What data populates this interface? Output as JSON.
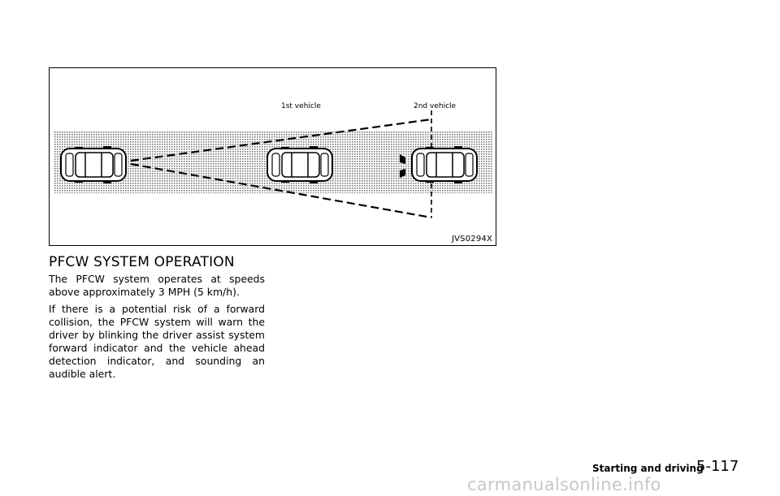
{
  "figure": {
    "label_vehicle_1": "1st vehicle",
    "label_vehicle_2": "2nd vehicle",
    "id": "JVS0294X"
  },
  "section": {
    "heading": "PFCW SYSTEM OPERATION",
    "paragraphs": [
      "The PFCW system operates at speeds above approximately 3 MPH (5 km/h).",
      "If there is a potential risk of a forward collision, the PFCW system will warn the driver by blinking the driver assist system forward indicator and the vehicle ahead detection indicator, and sounding an audible alert."
    ]
  },
  "footer": {
    "section": "Starting and driving",
    "page": "5-117"
  },
  "watermark": "carmanualsonline.info"
}
